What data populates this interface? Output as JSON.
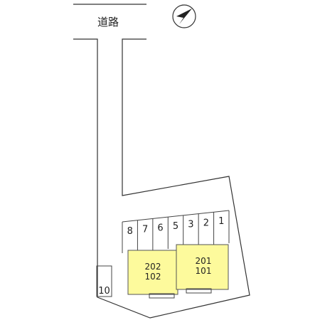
{
  "road": {
    "label": "道路"
  },
  "compass": {
    "icon": "north-arrow-icon"
  },
  "parking": {
    "spaces": [
      "8",
      "7",
      "6",
      "5",
      "3",
      "2",
      "1"
    ],
    "extra_space": "10"
  },
  "buildings": [
    {
      "upper": "202",
      "lower": "102"
    },
    {
      "upper": "201",
      "lower": "101"
    }
  ],
  "colors": {
    "building_fill": "#fdfa9c",
    "building_stroke": "#555555",
    "line": "#333333"
  }
}
